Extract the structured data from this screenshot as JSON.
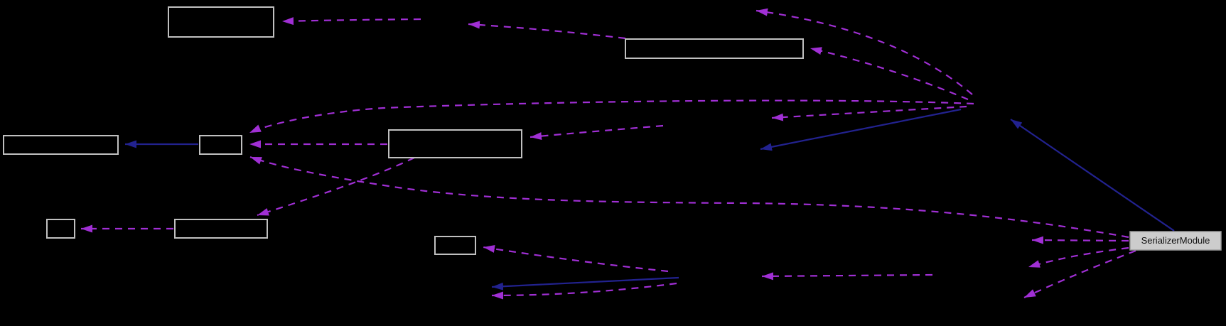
{
  "diagram": {
    "type": "collaboration-graph",
    "background_color": "#000000",
    "node_border_color": "#c0c0c0",
    "node_fill_color": "#000000",
    "edge_colors": {
      "usage_dashed": "#a02fd4",
      "inheritance_solid": "#22228f"
    },
    "highlight_node": {
      "label": "SerializerModule",
      "fill": "#cccccc",
      "border": "#9c9c9c",
      "text_color": "#111111"
    },
    "unlabeled_node_count": 8,
    "nodes": [
      {
        "id": "node-top-left",
        "label": ""
      },
      {
        "id": "node-top-middle",
        "label": ""
      },
      {
        "id": "node-left-wide",
        "label": ""
      },
      {
        "id": "node-left-small",
        "label": ""
      },
      {
        "id": "node-middle",
        "label": ""
      },
      {
        "id": "node-bottom-left-small",
        "label": ""
      },
      {
        "id": "node-bottom-left-wide",
        "label": ""
      },
      {
        "id": "node-bottom-middle-small",
        "label": ""
      },
      {
        "id": "node-serializer-module",
        "label": "SerializerModule"
      }
    ]
  }
}
